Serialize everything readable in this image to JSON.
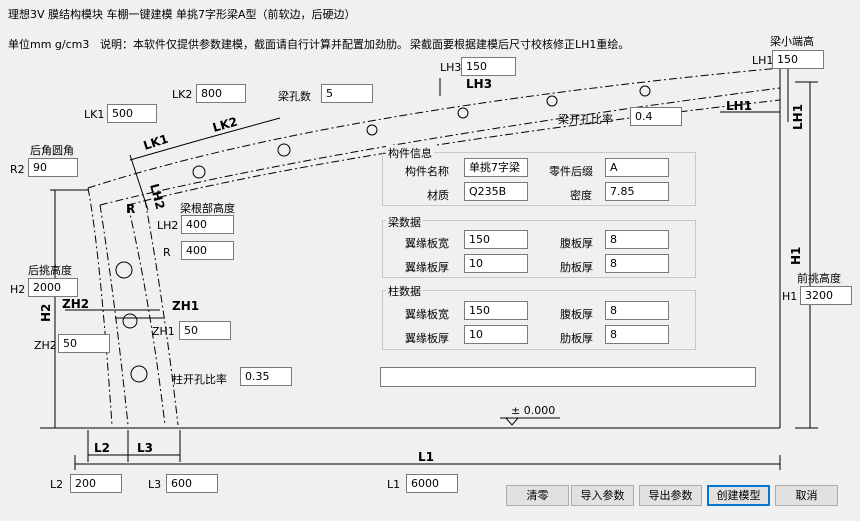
{
  "title": "理想3V  膜结构模块  车棚一键建模  单挑7字形梁A型（前软边，后硬边）",
  "info": {
    "units": "单位mm  g/cm3",
    "note1": "说明：本软件仅提供参数建模，截面请自行计算并配置加劲肋。",
    "note2": "梁截面要根据建模后尺寸校核修正LH1重绘。"
  },
  "params": {
    "lh1_title": "梁小端高",
    "lh1_label": "LH1",
    "lh1": "150",
    "lh3_label": "LH3",
    "lh3": "150",
    "lk2_label": "LK2",
    "lk2": "800",
    "holes_label": "梁孔数",
    "holes": "5",
    "lk1_label": "LK1",
    "lk1": "500",
    "beam_ratio_label": "梁开孔比率",
    "beam_ratio": "0.4",
    "r2_title": "后角圆角",
    "r2_label": "R2",
    "r2": "90",
    "lh2_title": "梁根部高度",
    "lh2_label": "LH2",
    "lh2": "400",
    "r_label": "R",
    "r": "400",
    "h2_title": "后挑高度",
    "h2_label": "H2",
    "h2": "2000",
    "zh1_label": "ZH1",
    "zh1": "50",
    "zh2_label": "ZH2",
    "zh2": "50",
    "col_ratio_label": "柱开孔比率",
    "col_ratio": "0.35",
    "h1_title": "前挑高度",
    "h1_label": "H1",
    "h1": "3200",
    "l2_label": "L2",
    "l2": "200",
    "l3_label": "L3",
    "l3": "600",
    "l1_label": "L1",
    "l1": "6000",
    "status": ""
  },
  "component": {
    "title": "构件信息",
    "name_label": "构件名称",
    "name": "单挑7字梁A",
    "suffix_label": "零件后缀",
    "suffix": "A",
    "material_label": "材质",
    "material": "Q235B",
    "density_label": "密度",
    "density": "7.85"
  },
  "beam": {
    "title": "梁数据",
    "flange_w_label": "翼缘板宽",
    "flange_w": "150",
    "web_t_label": "腹板厚",
    "web_t": "8",
    "flange_t_label": "翼缘板厚",
    "flange_t": "10",
    "rib_t_label": "肋板厚",
    "rib_t": "8"
  },
  "column": {
    "title": "柱数据",
    "flange_w_label": "翼缘板宽",
    "flange_w": "150",
    "web_t_label": "腹板厚",
    "web_t": "8",
    "flange_t_label": "翼缘板厚",
    "flange_t": "10",
    "rib_t_label": "肋板厚",
    "rib_t": "8"
  },
  "drawing": {
    "lh3": "LH3",
    "lh1": "LH1",
    "lk1": "LK1",
    "lk2": "LK2",
    "lh2": "LH2",
    "r": "R",
    "h2": "H2",
    "zh2": "ZH2",
    "zh1": "ZH1",
    "h1": "H1",
    "l1": "L1",
    "l2": "L2",
    "l3": "L3",
    "elevation": "± 0.000"
  },
  "buttons": {
    "clear": "清零",
    "import": "导入参数",
    "export": "导出参数",
    "create": "创建模型",
    "cancel": "取消"
  }
}
